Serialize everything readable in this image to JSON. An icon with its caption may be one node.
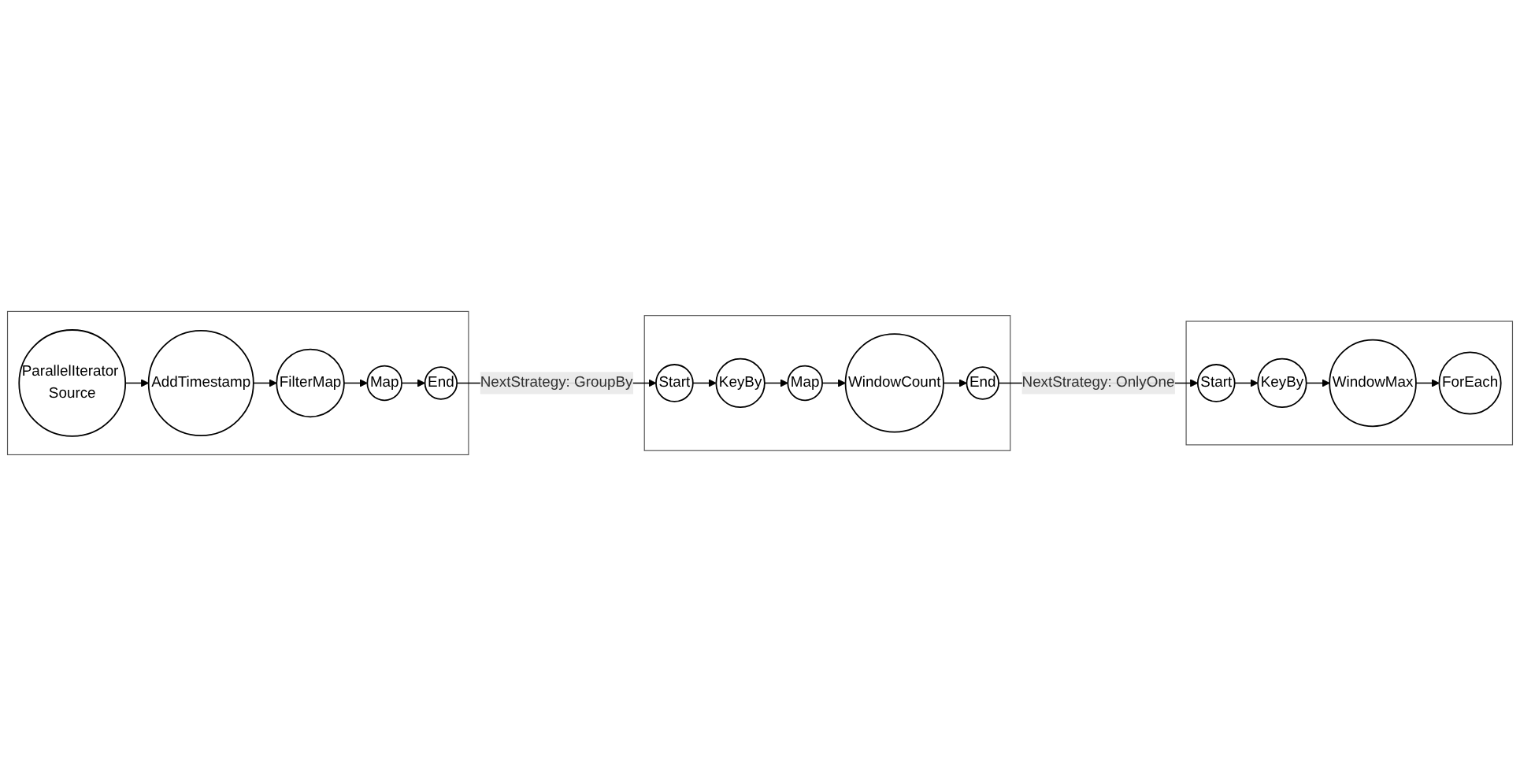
{
  "diagram": {
    "nodes": [
      {
        "text": [],
        "shape": "box"
      },
      {
        "text": [
          "ParallelIterator Source"
        ],
        "in": 0
      },
      {
        "text": [
          "AddTimestamp"
        ],
        "in": 0
      },
      {
        "text": [
          "FilterMap"
        ],
        "in": 0
      },
      {
        "text": [
          "Map"
        ],
        "in": 0
      },
      {
        "text": [
          "End"
        ],
        "in": 0
      },
      {
        "text": [],
        "shape": "box"
      },
      {
        "text": [
          "Start"
        ],
        "in": 6
      },
      {
        "text": [
          "KeyBy"
        ],
        "in": 6
      },
      {
        "text": [
          "Map"
        ],
        "in": 6
      },
      {
        "text": [
          "WindowCount"
        ],
        "in": 6
      },
      {
        "text": [
          "End"
        ],
        "in": 6
      },
      {
        "text": [],
        "shape": "box"
      },
      {
        "text": [
          "Start"
        ],
        "in": 12
      },
      {
        "text": [
          "KeyBy"
        ],
        "in": 12
      },
      {
        "text": [
          "WindowMax"
        ],
        "in": 12
      },
      {
        "text": [
          "ForEach"
        ],
        "in": 12
      }
    ],
    "edges": [
      {
        "from": 1,
        "to": 2,
        "arrow": "to"
      },
      {
        "from": 2,
        "to": 3,
        "arrow": "to"
      },
      {
        "from": 3,
        "to": 4,
        "arrow": "to"
      },
      {
        "from": 4,
        "to": 5,
        "arrow": "to"
      },
      {
        "from": 5,
        "to": 7,
        "arrow": "to",
        "label": "NextStrategy: GroupBy"
      },
      {
        "from": 7,
        "to": 8,
        "arrow": "to"
      },
      {
        "from": 8,
        "to": 9,
        "arrow": "to"
      },
      {
        "from": 9,
        "to": 10,
        "arrow": "to"
      },
      {
        "from": 10,
        "to": 11,
        "arrow": "to"
      },
      {
        "from": 11,
        "to": 13,
        "arrow": "to",
        "label": "NextStrategy: OnlyOne"
      },
      {
        "from": 13,
        "to": 14,
        "arrow": "to"
      },
      {
        "from": 14,
        "to": 15,
        "arrow": "to"
      },
      {
        "from": 15,
        "to": 16,
        "arrow": "to"
      }
    ]
  }
}
